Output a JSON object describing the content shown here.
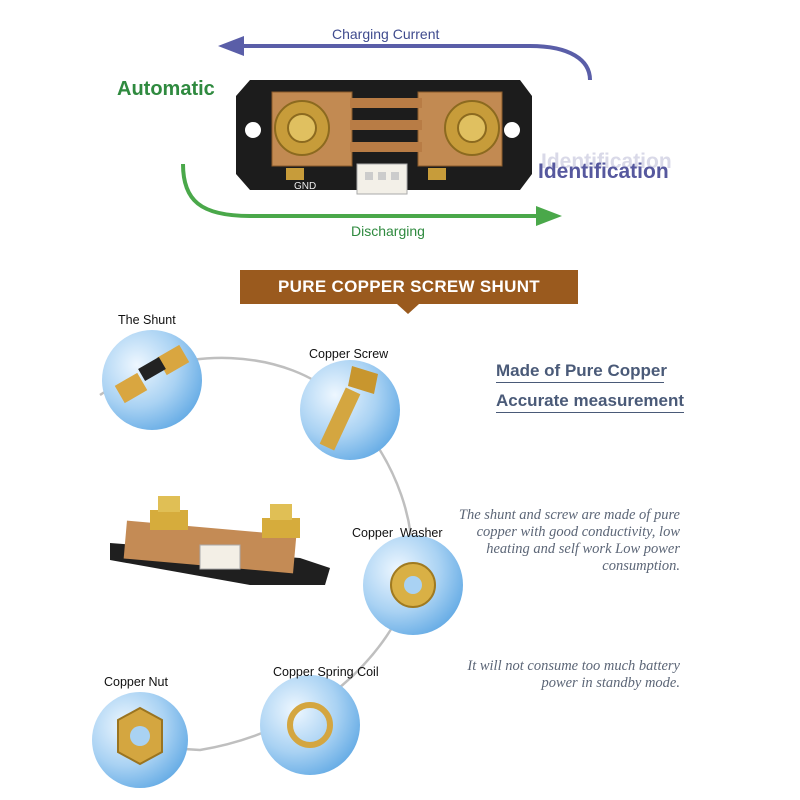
{
  "diagram": {
    "charging_label": "Charging Current",
    "discharging_label": "Discharging",
    "automatic_label": "Automatic",
    "identification_label": "Identification",
    "gnd_label": "GND",
    "charge_arrow_color": "#5a5ea8",
    "discharge_arrow_color": "#4aa84a"
  },
  "banner": {
    "title": "PURE COPPER SCREW SHUNT",
    "color": "#9a5a1e"
  },
  "features": {
    "item1": "Made of Pure Copper",
    "item2": "Accurate measurement"
  },
  "descriptions": {
    "text1": "The shunt and screw are made of pure copper with good conductivity, low heating and self work Low power consumption.",
    "text2": "It will not consume too much battery power in standby mode."
  },
  "parts": {
    "shunt": "The Shunt",
    "screw": "Copper Screw",
    "washer": "Copper  Washer",
    "nut": "Copper Nut",
    "coil": "Copper Spring Coil"
  }
}
